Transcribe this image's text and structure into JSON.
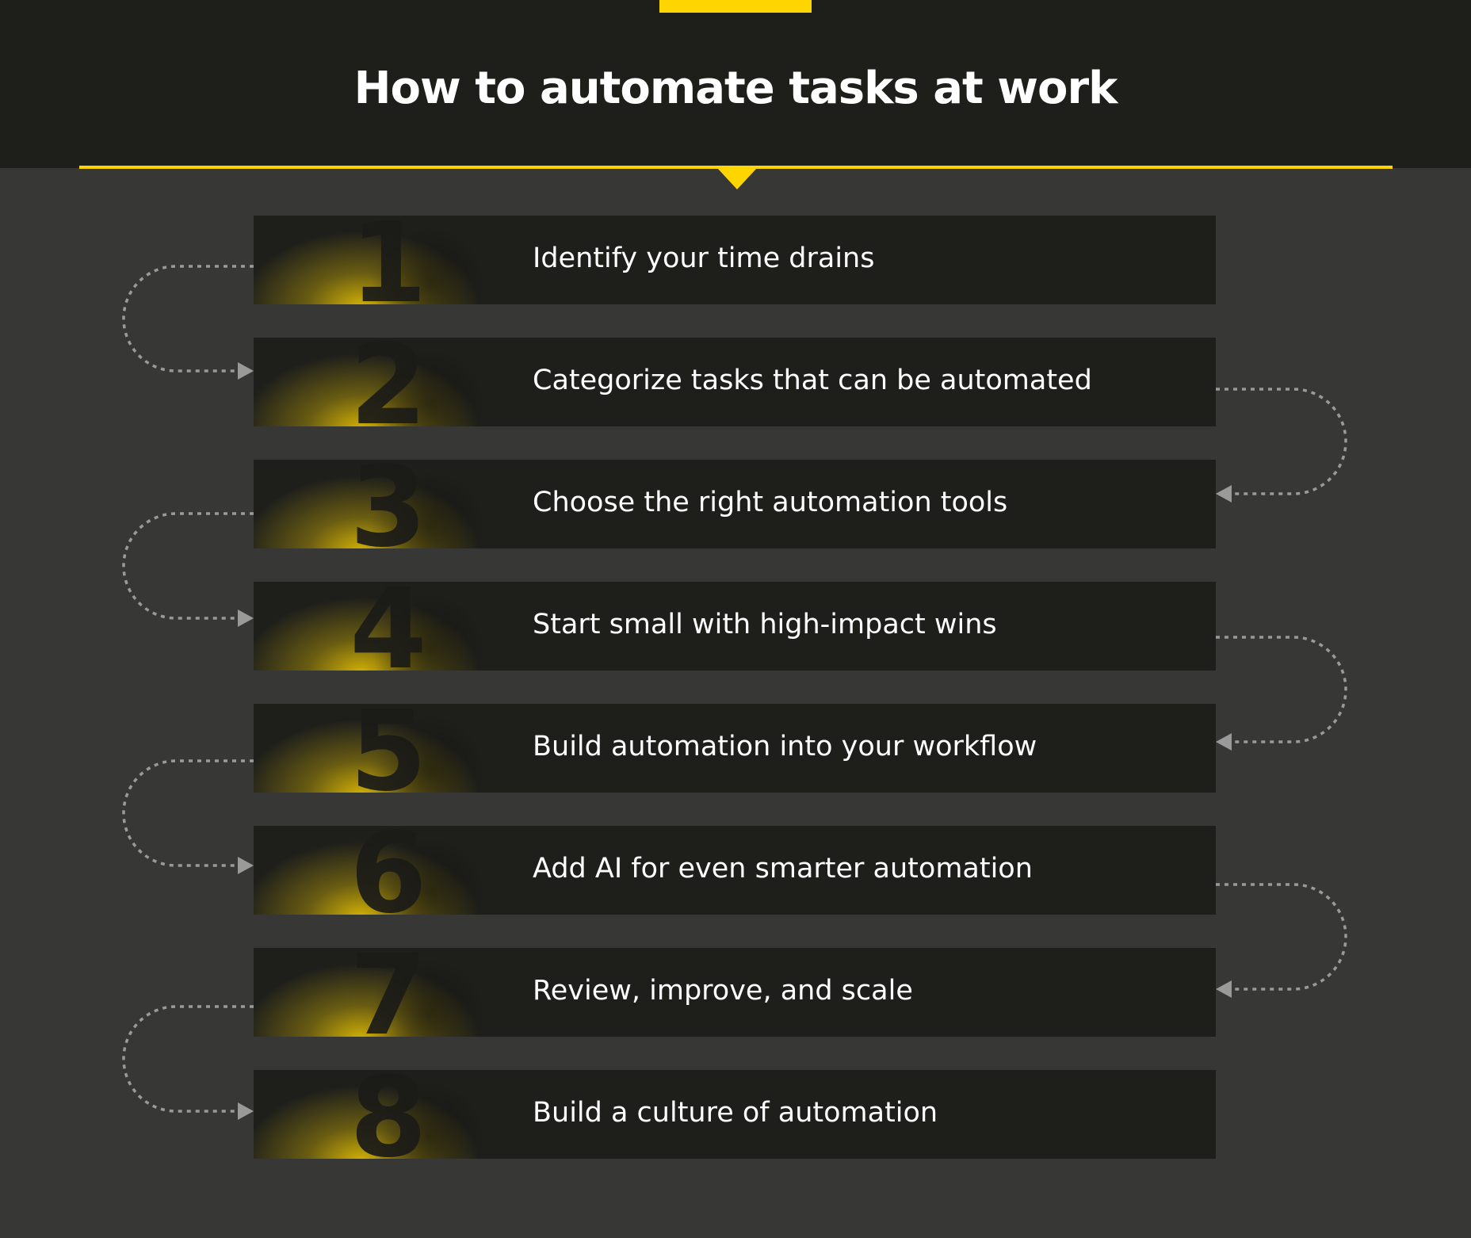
{
  "title": "How to automate tasks at work",
  "colors": {
    "accent": "#ffd500",
    "header_bg": "#1e1f1b",
    "page_bg": "#373736",
    "card_bg": "#1e1f1b",
    "connector": "#9a9a9a"
  },
  "steps": [
    {
      "number": "1",
      "label": "Identify your time drains"
    },
    {
      "number": "2",
      "label": "Categorize tasks that can be automated"
    },
    {
      "number": "3",
      "label": "Choose the right automation tools"
    },
    {
      "number": "4",
      "label": "Start small with high-impact wins"
    },
    {
      "number": "5",
      "label": "Build automation into your workflow"
    },
    {
      "number": "6",
      "label": "Add AI for even smarter automation"
    },
    {
      "number": "7",
      "label": "Review, improve, and scale"
    },
    {
      "number": "8",
      "label": "Build a culture of automation"
    }
  ]
}
